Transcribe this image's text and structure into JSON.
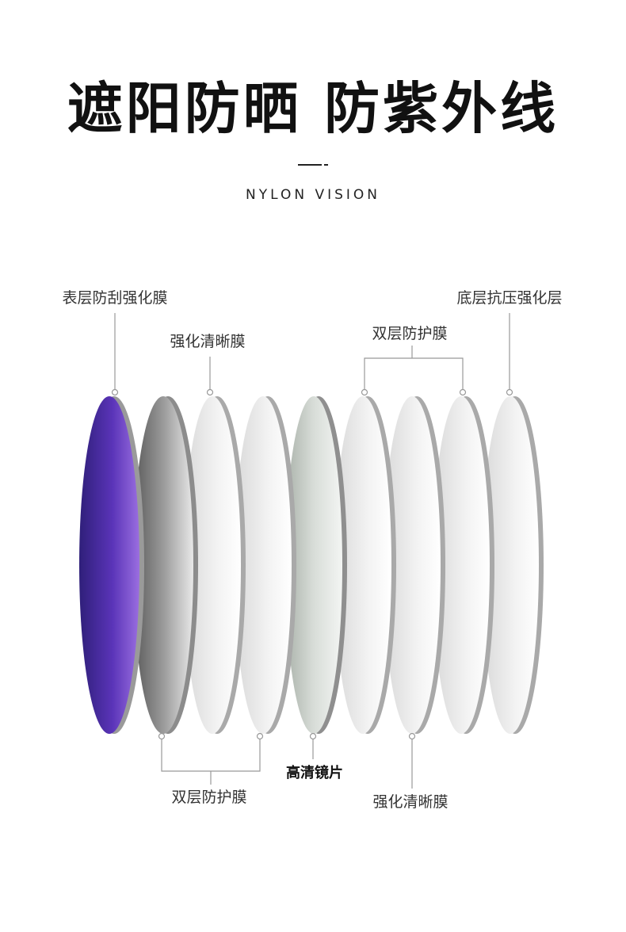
{
  "header": {
    "title": "遮阳防晒 防紫外线",
    "mark": "—-",
    "subtitle": "NYLON VISION"
  },
  "lens_labels": {
    "top_1": "表层防刮强化膜",
    "top_2": "强化清晰膜",
    "top_3": "双层防护膜",
    "top_4": "底层抗压强化层",
    "bottom_1": "双层防护膜",
    "bottom_2": "高清镜片",
    "bottom_3": "强化清晰膜"
  },
  "colors": {
    "accent_purple": "#5a34b8",
    "line": "#999999"
  }
}
